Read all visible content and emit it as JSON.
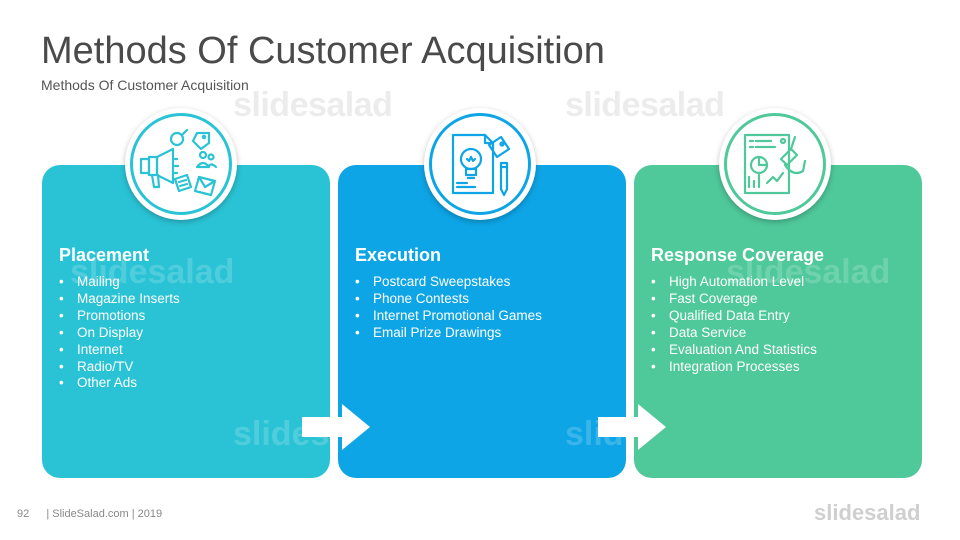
{
  "slide": {
    "title": "Methods Of Customer Acquisition",
    "subtitle": "Methods Of Customer Acquisition",
    "watermark": "slidesalad"
  },
  "cards": [
    {
      "title": "Placement",
      "color": "#2ac3d5",
      "icon": "megaphone-marketing-icon",
      "items": [
        "Mailing",
        "Magazine Inserts",
        "Promotions",
        "On Display",
        "Internet",
        "Radio/TV",
        "Other Ads"
      ]
    },
    {
      "title": "Execution",
      "color": "#0ea5e6",
      "icon": "lightbulb-document-icon",
      "items": [
        "Postcard Sweepstakes",
        "Phone Contests",
        "Internet Promotional Games",
        "Email Prize Drawings"
      ]
    },
    {
      "title": "Response Coverage",
      "color": "#4fc89a",
      "icon": "report-chart-hand-icon",
      "items": [
        "High Automation Level",
        "Fast Coverage",
        "Qualified Data Entry",
        "Data Service",
        "Evaluation And Statistics",
        "Integration Processes"
      ]
    }
  ],
  "footer": {
    "page_number": "92",
    "credit": "| SlideSalad.com | 2019",
    "brand": "slidesalad"
  }
}
